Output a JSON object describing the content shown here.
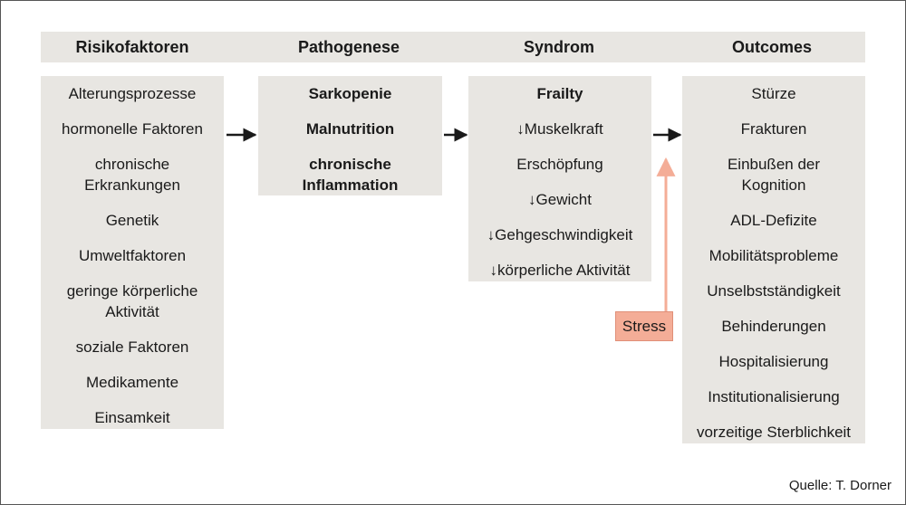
{
  "headers": [
    "Risikofaktoren",
    "Pathogenese",
    "Syndrom",
    "Outcomes"
  ],
  "risk_factors": [
    "Alterungsprozesse",
    "hormonelle Faktoren",
    "chronische\nErkrankungen",
    "Genetik",
    "Umweltfaktoren",
    "geringe körperliche\nAktivität",
    "soziale Faktoren",
    "Medikamente",
    "Einsamkeit"
  ],
  "pathogenesis": [
    "Sarkopenie",
    "Malnutrition",
    "chronische\nInflammation"
  ],
  "syndrome": {
    "title": "Frailty",
    "items": [
      "↓Muskelkraft",
      "Erschöpfung",
      "↓Gewicht",
      "↓Gehgeschwindigkeit",
      "↓körperliche Aktivität"
    ]
  },
  "outcomes": [
    "Stürze",
    "Frakturen",
    "Einbußen der\nKognition",
    "ADL-Defizite",
    "Mobilitätsprobleme",
    "Unselbstständigkeit",
    "Behinderungen",
    "Hospitalisierung",
    "Institutionalisierung",
    "vorzeitige Sterblichkeit"
  ],
  "stress_label": "Stress",
  "source": "Quelle: T. Dorner",
  "colors": {
    "box_fill": "#e8e6e2",
    "stress_fill": "#f4ad97",
    "stress_arrow": "#f4ad97",
    "arrow": "#1a1a1a"
  }
}
